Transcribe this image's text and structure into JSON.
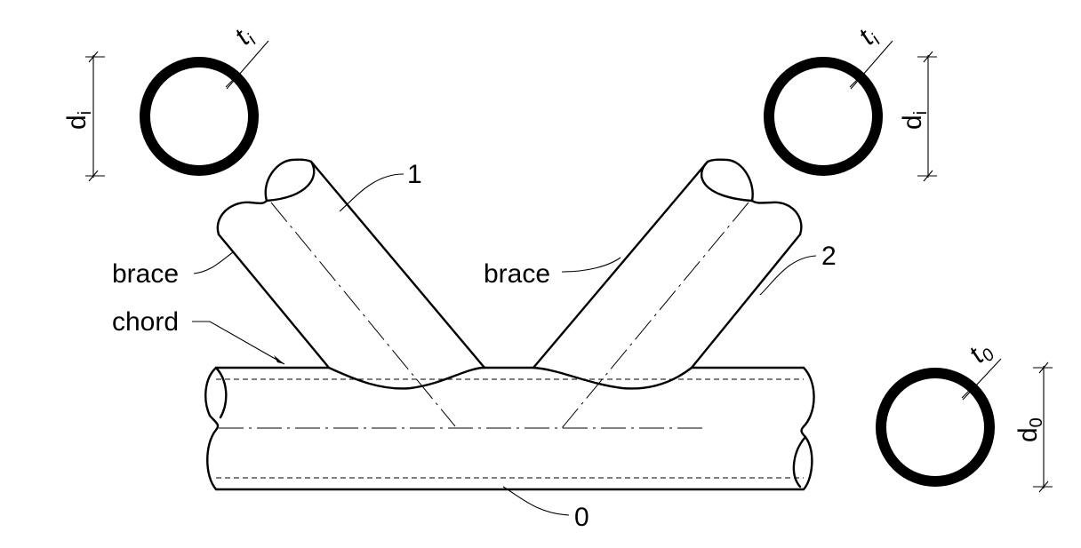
{
  "labels": {
    "brace_left": "brace",
    "brace_right": "brace",
    "chord": "chord",
    "member_1": "1",
    "member_2": "2",
    "member_0": "0"
  },
  "dimensions": {
    "ti_left": {
      "main": "t",
      "sub": "i"
    },
    "ti_right": {
      "main": "t",
      "sub": "i"
    },
    "di_left": {
      "main": "d",
      "sub": "i"
    },
    "di_right": {
      "main": "d",
      "sub": "i"
    },
    "t0": {
      "main": "t",
      "sub": "0"
    },
    "d0": {
      "main": "d",
      "sub": "0"
    }
  },
  "colors": {
    "line": "#000000",
    "background": "#ffffff"
  }
}
